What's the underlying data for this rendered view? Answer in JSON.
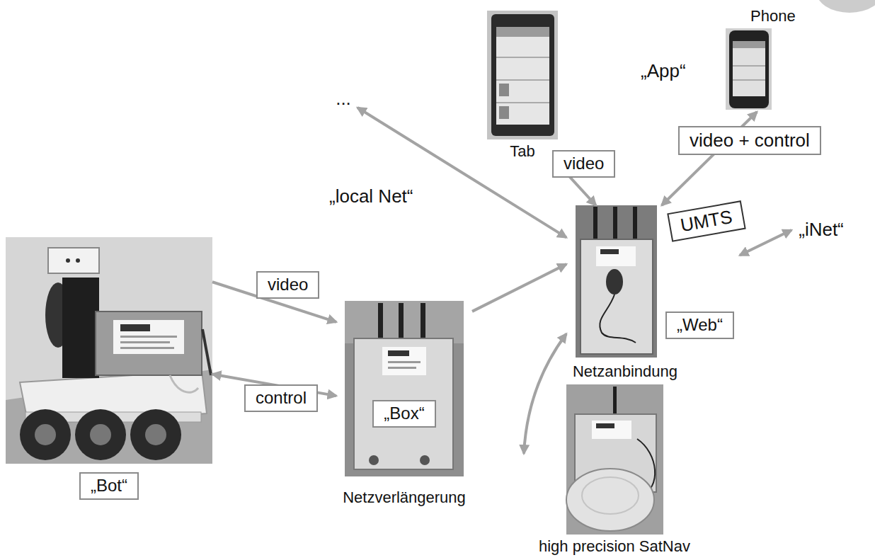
{
  "diagram": {
    "nodes": [
      {
        "text": [
          "„Bot“"
        ]
      },
      {
        "text": [
          "„Box“",
          "Netzverlängerung"
        ]
      },
      {
        "text": [
          "„Web“",
          "Netzanbindung"
        ]
      },
      {
        "text": [
          "high precision SatNav"
        ]
      },
      {
        "text": [
          "Tab"
        ]
      },
      {
        "text": [
          "Phone",
          "„App“"
        ]
      },
      {
        "text": [
          "..."
        ]
      },
      {
        "text": [
          "„iNet“"
        ]
      }
    ],
    "edges": [
      {
        "from": 0,
        "to": 1,
        "arrow": "to",
        "label": "video"
      },
      {
        "from": 0,
        "to": 1,
        "arrow": "both",
        "label": "control"
      },
      {
        "from": 1,
        "to": 2,
        "arrow": "to"
      },
      {
        "from": 6,
        "to": 2,
        "arrow": "both",
        "label": "„local Net“"
      },
      {
        "from": 4,
        "to": 2,
        "arrow": "both",
        "label": "video"
      },
      {
        "from": 2,
        "to": 5,
        "arrow": "both",
        "label": "video + control"
      },
      {
        "from": 2,
        "to": 7,
        "arrow": "both",
        "label": "UMTS"
      },
      {
        "from": 2,
        "to": 3,
        "arrow": "both"
      }
    ]
  }
}
